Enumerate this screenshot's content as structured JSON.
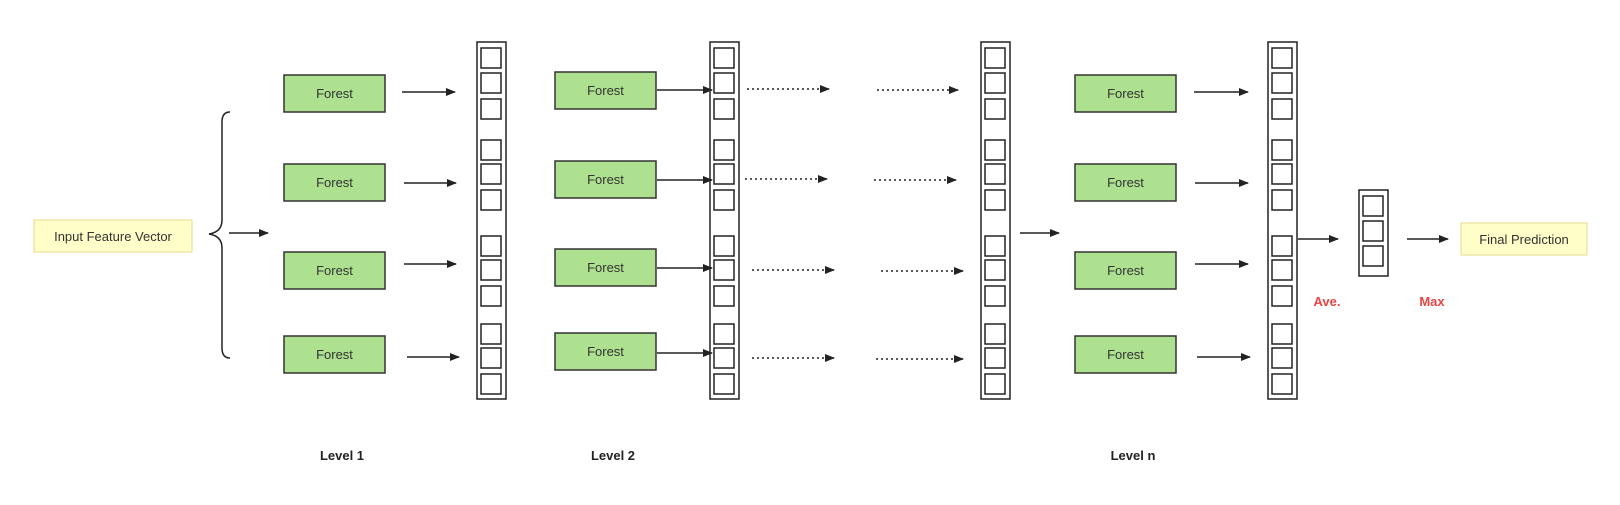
{
  "colors": {
    "forest_fill": "#ade08f",
    "forest_stroke": "#333333",
    "io_fill": "#fffdc8",
    "io_stroke": "#e8d98b",
    "op_text": "#e64545",
    "line": "#222222"
  },
  "nodes": {
    "input": "Input Feature Vector",
    "output": "Final Prediction",
    "forest_label": "Forest"
  },
  "levels": [
    "Level 1",
    "Level 2",
    "Level n"
  ],
  "ops": {
    "average": "Ave.",
    "max": "Max"
  }
}
